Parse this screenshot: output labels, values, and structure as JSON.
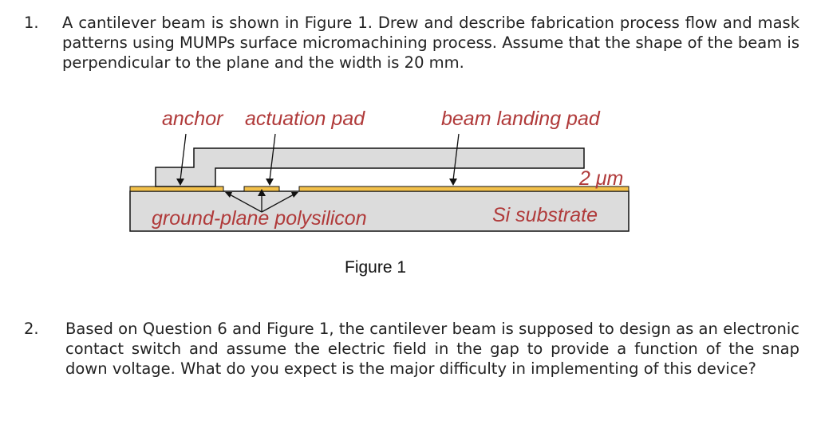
{
  "questions": [
    {
      "number": "1.",
      "text": "A cantilever beam is shown in Figure 1. Drew and describe fabrication process flow and mask patterns using MUMPs surface micromachining process. Assume that the shape of the beam is perpendicular to the plane and the width is 20 mm."
    },
    {
      "number": "2.",
      "text": "Based on Question 6 and Figure 1, the cantilever beam is supposed to design as an electronic contact switch and assume the electric field in the gap to provide a function of the snap down voltage. What do you expect is the major difficulty in implementing of this device?"
    }
  ],
  "figure": {
    "labels": {
      "anchor": "anchor",
      "actuation_pad": "actuation pad",
      "beam_landing_pad": "beam landing pad",
      "gap": "2 μm",
      "ground_plane": "ground-plane polysilicon",
      "substrate": "Si substrate"
    },
    "caption": "Figure 1",
    "colors": {
      "substrate_fill": "#dcdcdc",
      "poly_fill": "#f2c04a",
      "label_color": "#b03a3a"
    }
  }
}
